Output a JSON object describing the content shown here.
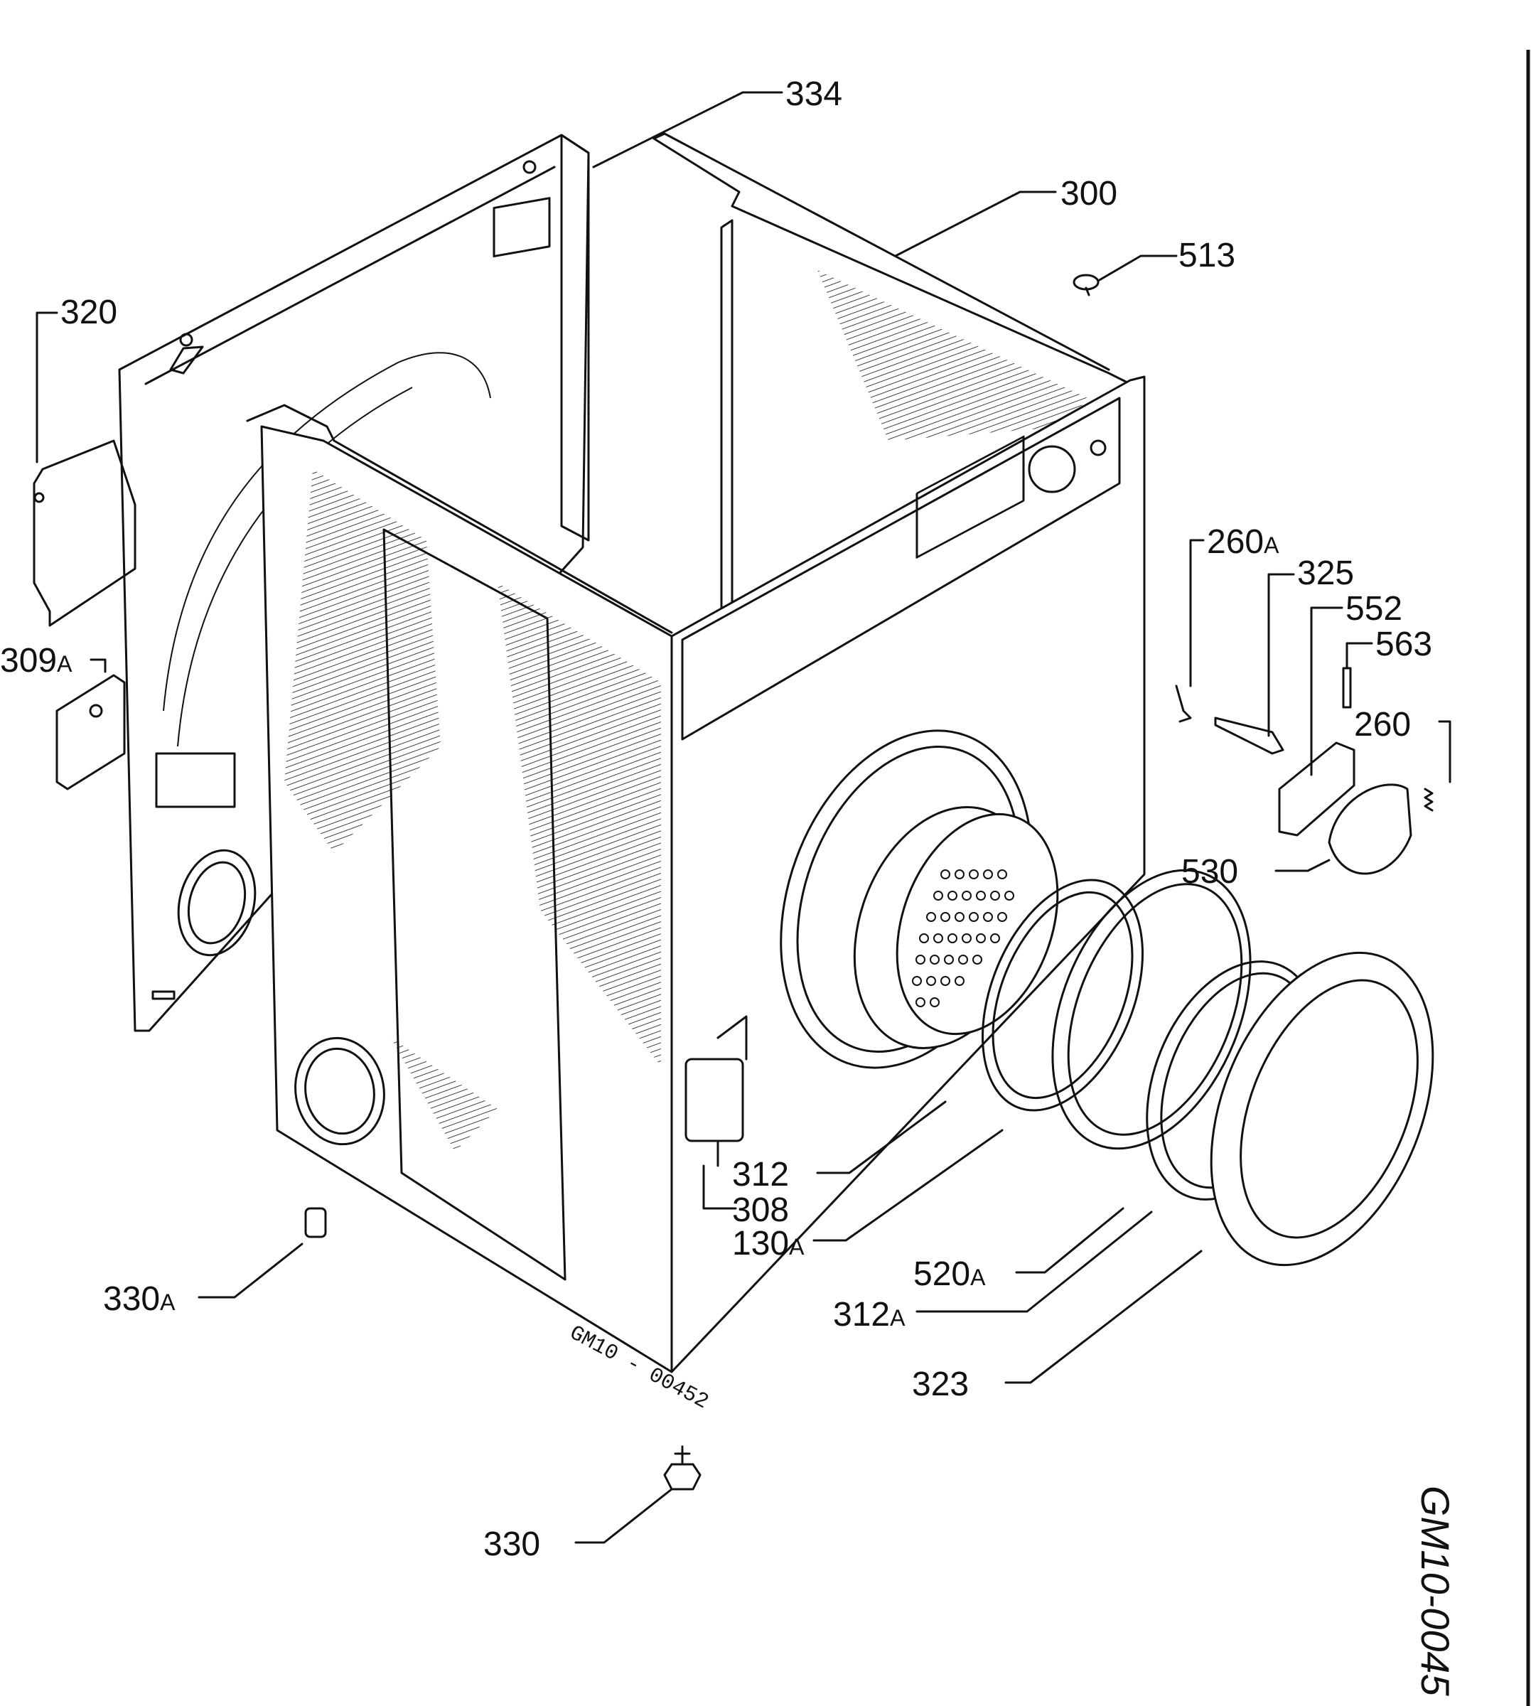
{
  "labels": {
    "l334": "334",
    "l300": "300",
    "l513": "513",
    "l320": "320",
    "l309": "309",
    "l309s": "A",
    "l260a": "260",
    "l260as": "A",
    "l325": "325",
    "l552": "552",
    "l563": "563",
    "l260": "260",
    "l530": "530",
    "l312": "312",
    "l308": "308",
    "l130": "130",
    "l130s": "A",
    "l520": "520",
    "l520s": "A",
    "l312a": "312",
    "l312as": "A",
    "l323": "323",
    "l330a": "330",
    "l330as": "A",
    "l330": "330"
  },
  "drawing_stamp": "GM10 - 00452",
  "sheet_code": "GM10-0045",
  "colors": {
    "ink": "#111111",
    "paper": "#ffffff"
  }
}
